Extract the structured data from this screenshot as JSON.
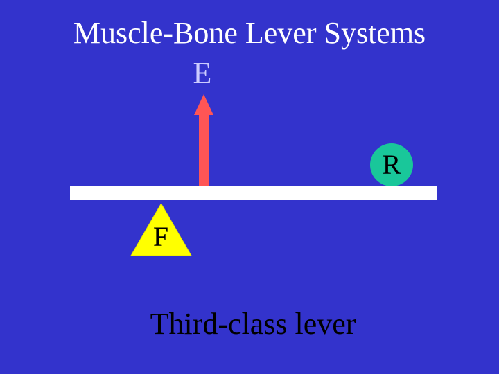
{
  "title": "Muscle-Bone Lever Systems",
  "labels": {
    "effort": "E",
    "resistance": "R",
    "fulcrum": "F"
  },
  "caption": "Third-class lever",
  "colors": {
    "background": "#3333cc",
    "title_text": "#ffffff",
    "effort_label": "#ccccff",
    "effort_arrow": "#ff5555",
    "resistance_circle": "#19c79a",
    "lever_bar": "#ffffff",
    "fulcrum_triangle": "#ffff00",
    "caption_text": "#000000"
  }
}
